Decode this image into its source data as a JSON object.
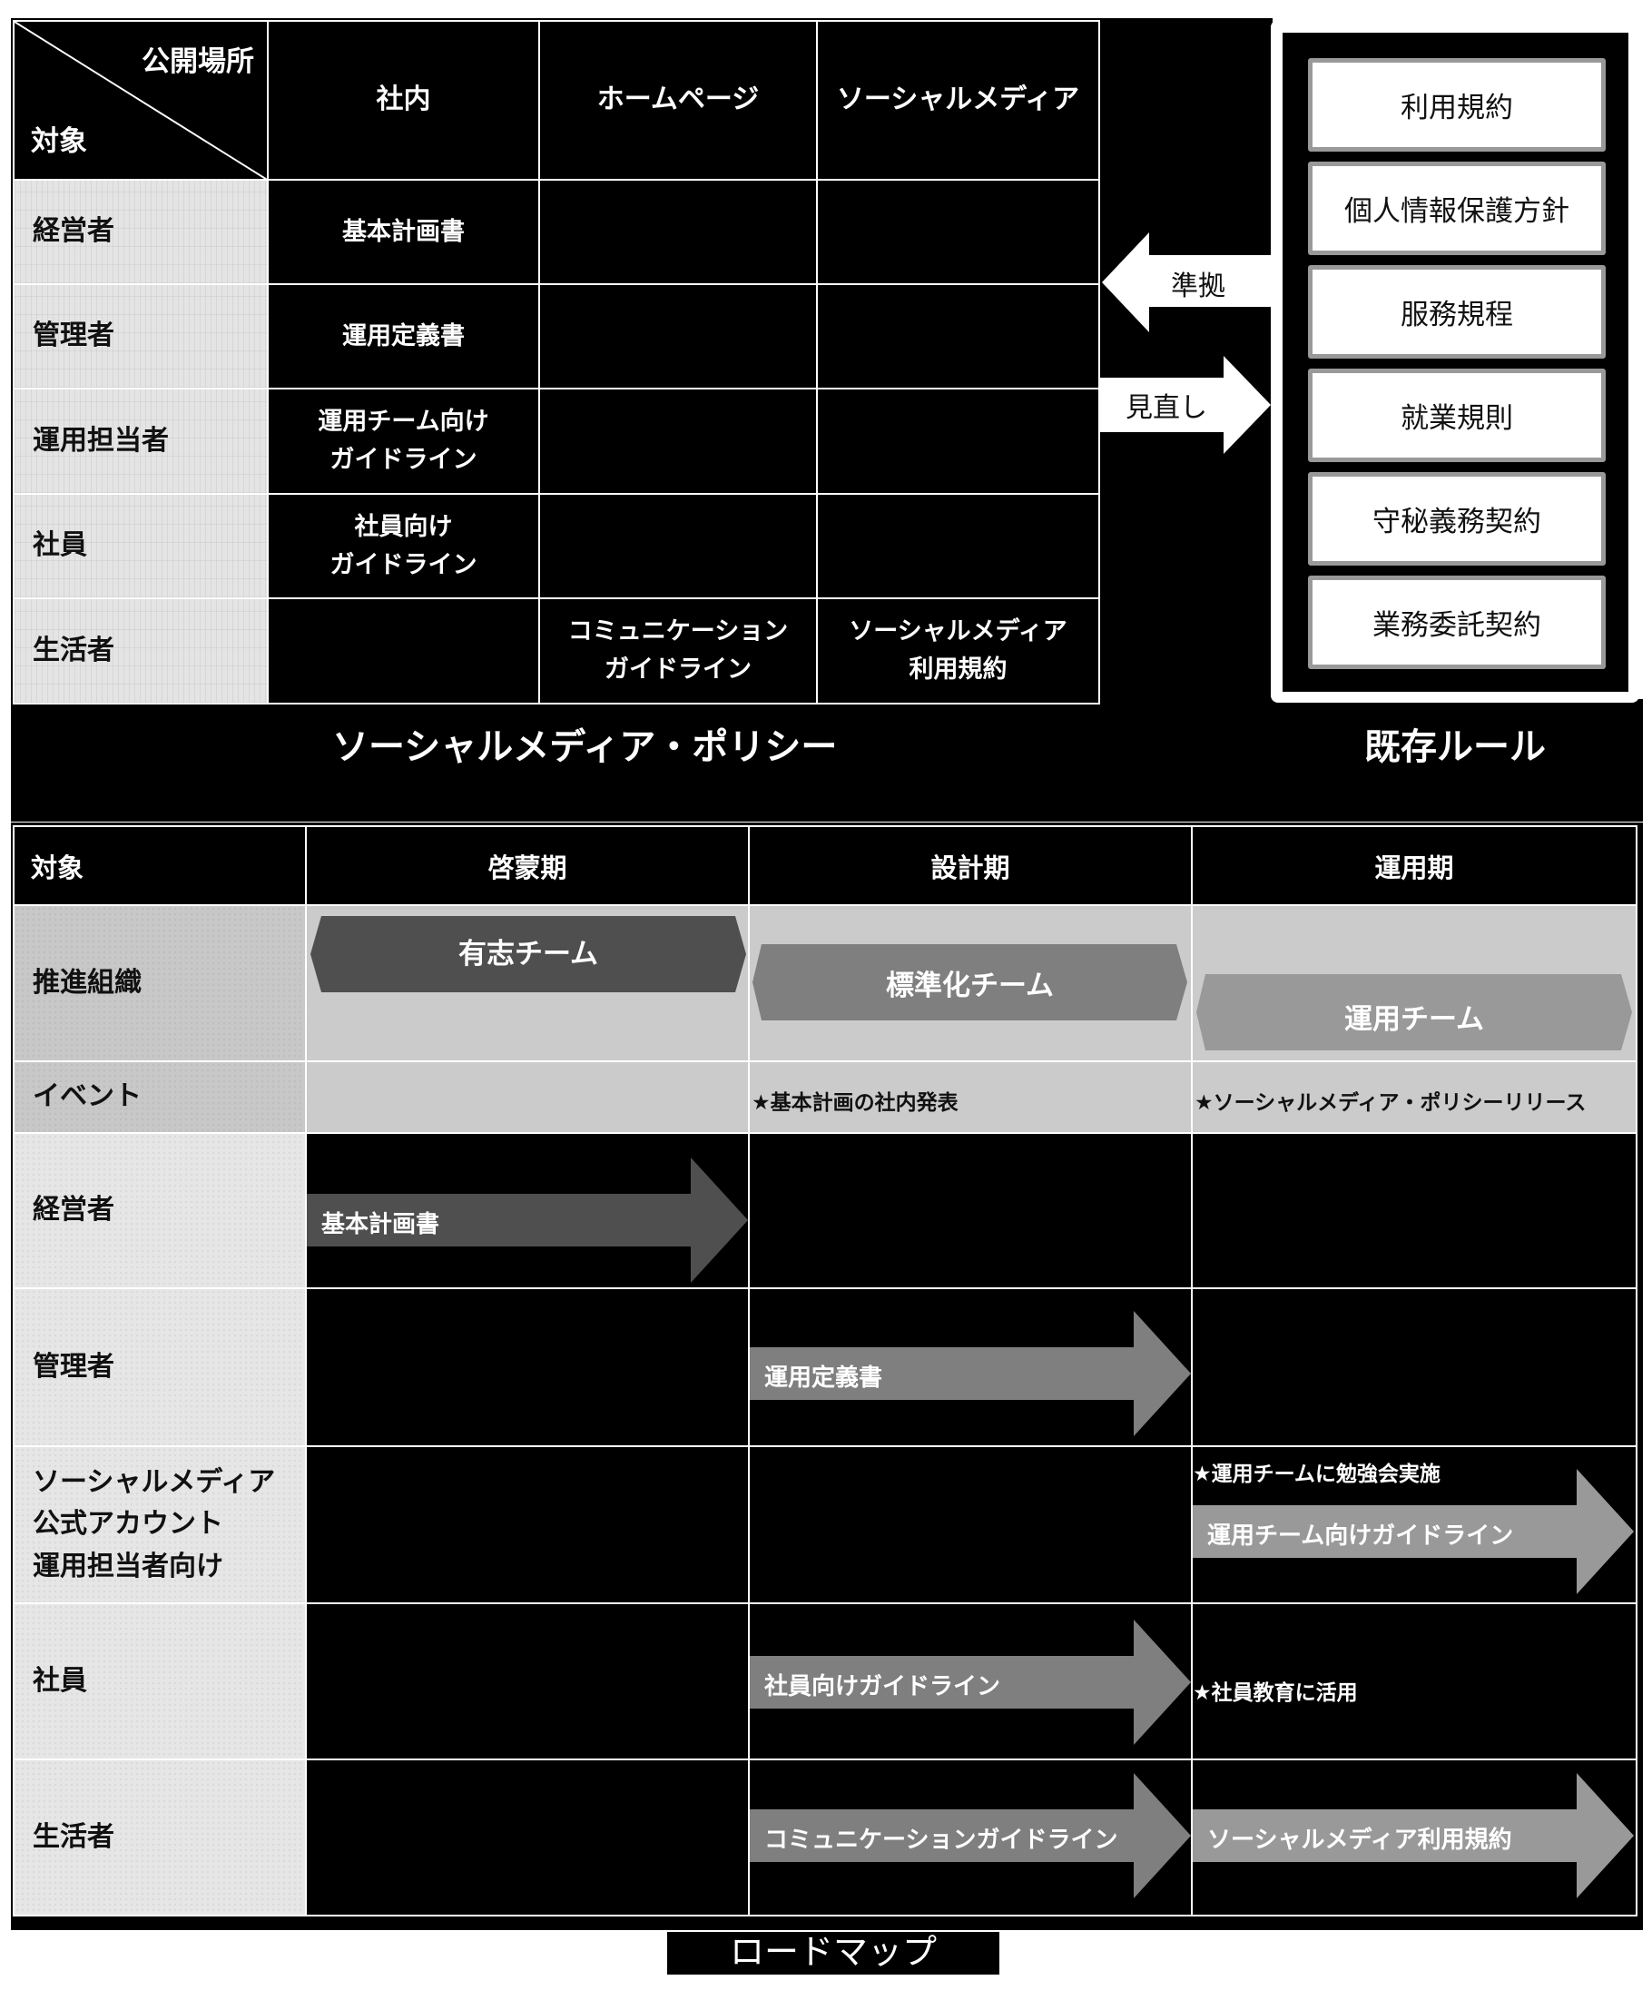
{
  "policy_matrix": {
    "corner": {
      "top_right": "公開場所",
      "bottom_left": "対象"
    },
    "columns": [
      "社内",
      "ホームページ",
      "ソーシャルメディア"
    ],
    "rows": [
      {
        "label": "経営者",
        "cells": [
          "基本計画書",
          "",
          ""
        ]
      },
      {
        "label": "管理者",
        "cells": [
          "運用定義書",
          "",
          ""
        ]
      },
      {
        "label": "運用担当者",
        "cells": [
          "運用チーム向け\nガイドライン",
          "",
          ""
        ]
      },
      {
        "label": "社員",
        "cells": [
          "社員向け\nガイドライン",
          "",
          ""
        ]
      },
      {
        "label": "生活者",
        "cells": [
          "",
          "コミュニケーション\nガイドライン",
          "ソーシャルメディア\n利用規約"
        ]
      }
    ],
    "section_label": "ソーシャルメディア・ポリシー"
  },
  "relations": {
    "comply_label": "準拠",
    "review_label": "見直し"
  },
  "existing_rules": {
    "items": [
      "利用規約",
      "個人情報保護方針",
      "服務規程",
      "就業規則",
      "守秘義務契約",
      "業務委託契約"
    ],
    "section_label": "既存ルール"
  },
  "roadmap": {
    "header": {
      "target": "対象",
      "phases": [
        "啓蒙期",
        "設計期",
        "運用期"
      ]
    },
    "org_row": {
      "label": "推進組織",
      "teams": [
        {
          "name": "有志チーム",
          "color": "#4f4f4f"
        },
        {
          "name": "標準化チーム",
          "color": "#7f7f7f"
        },
        {
          "name": "運用チーム",
          "color": "#999999"
        }
      ]
    },
    "event_row": {
      "label": "イベント",
      "events": [
        "",
        "★基本計画の社内発表",
        "★ソーシャルメディア・ポリシーリリース"
      ]
    },
    "rows": [
      {
        "label": "経営者",
        "arrow": {
          "text": "基本計画書",
          "phase": "啓蒙期",
          "color": "#4f4f4f"
        }
      },
      {
        "label": "管理者",
        "arrow": {
          "text": "運用定義書",
          "phase": "設計期",
          "color": "#7f7f7f"
        }
      },
      {
        "label_lines": [
          "ソーシャルメディア",
          "公式アカウント",
          "運用担当者向け"
        ],
        "arrow": {
          "text": "運用チーム向けガイドライン",
          "phase": "運用期",
          "color": "#999999"
        },
        "note": "★運用チームに勉強会実施"
      },
      {
        "label": "社員",
        "arrow": {
          "text": "社員向けガイドライン",
          "phase": "設計期",
          "color": "#7f7f7f"
        },
        "note": "★社員教育に活用"
      },
      {
        "label": "生活者",
        "arrows": [
          {
            "text": "コミュニケーションガイドライン",
            "phase": "設計期",
            "color": "#7f7f7f"
          },
          {
            "text": "ソーシャルメディア利用規約",
            "phase": "運用期",
            "color": "#999999"
          }
        ]
      }
    ],
    "title": "ロードマップ"
  },
  "colors": {
    "background": "#000000",
    "grid_line": "#ffffff",
    "row_label_bg": "#e4e4e4",
    "org_row_bg": "#cbcbcb",
    "rule_border": "#999999"
  }
}
